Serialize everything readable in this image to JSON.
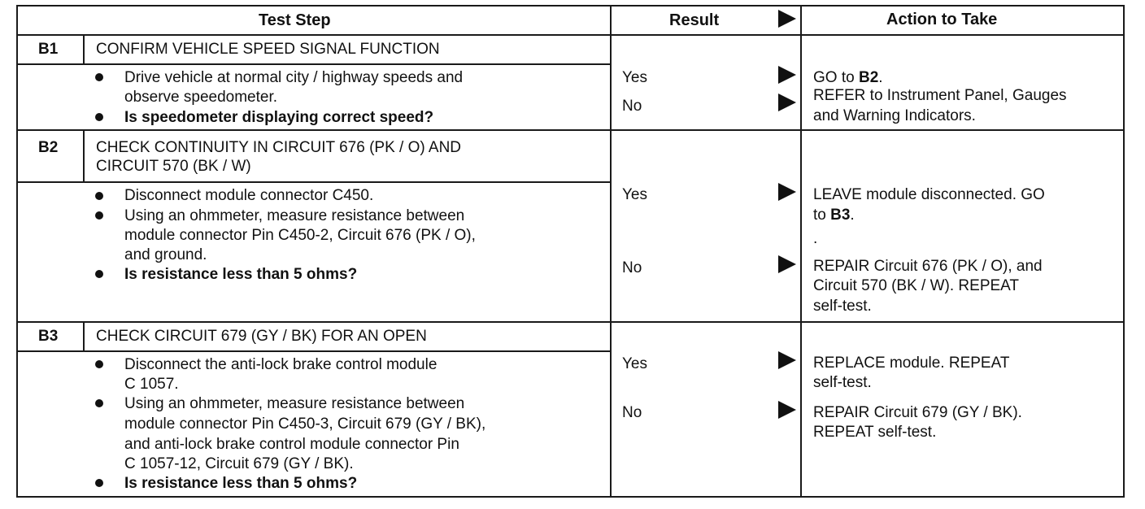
{
  "header": {
    "test_step": "Test Step",
    "result": "Result",
    "action": "Action to Take"
  },
  "steps": [
    {
      "id": "B1",
      "title": [
        "CONFIRM VEHICLE SPEED SIGNAL FUNCTION"
      ],
      "bullets": [
        {
          "lines": [
            "Drive vehicle at normal city / highway speeds and",
            "observe speedometer."
          ],
          "bold": false
        },
        {
          "lines": [
            "Is speedometer displaying correct speed?"
          ],
          "bold": true
        }
      ],
      "results": [
        {
          "label": "Yes",
          "action": {
            "pre": "GO to ",
            "bold": "B2",
            "post": "."
          }
        },
        {
          "label": "No",
          "action_lines": [
            "REFER to Instrument Panel, Gauges",
            "and Warning Indicators."
          ]
        }
      ]
    },
    {
      "id": "B2",
      "title": [
        "CHECK CONTINUITY IN CIRCUIT 676 (PK / O) AND",
        "CIRCUIT 570 (BK / W)"
      ],
      "bullets": [
        {
          "lines": [
            "Disconnect module connector C450."
          ],
          "bold": false
        },
        {
          "lines": [
            "Using an ohmmeter, measure resistance between",
            "module connector Pin C450-2, Circuit 676 (PK / O),",
            "and ground."
          ],
          "bold": false
        },
        {
          "lines": [
            "Is resistance less than 5 ohms?"
          ],
          "bold": true
        }
      ],
      "results": [
        {
          "label": "Yes",
          "action_lines": [
            "LEAVE module disconnected. GO"
          ],
          "action2": {
            "pre": "to ",
            "bold": "B3",
            "post": "."
          },
          "extra": "."
        },
        {
          "label": "No",
          "action_lines": [
            "REPAIR Circuit 676 (PK / O), and",
            "Circuit 570 (BK / W). REPEAT",
            "self-test."
          ]
        }
      ]
    },
    {
      "id": "B3",
      "title": [
        "CHECK CIRCUIT 679 (GY / BK) FOR AN OPEN"
      ],
      "bullets": [
        {
          "lines": [
            "Disconnect the anti-lock brake control module",
            "C 1057."
          ],
          "bold": false
        },
        {
          "lines": [
            "Using an ohmmeter, measure resistance between",
            "module connector Pin C450-3, Circuit 679 (GY / BK),",
            "and anti-lock brake control module connector Pin",
            "C 1057-12, Circuit 679 (GY / BK)."
          ],
          "bold": false
        },
        {
          "lines": [
            "Is resistance less than 5 ohms?"
          ],
          "bold": true
        }
      ],
      "results": [
        {
          "label": "Yes",
          "action_lines": [
            "REPLACE module. REPEAT",
            "self-test."
          ]
        },
        {
          "label": "No",
          "action_lines": [
            "REPAIR Circuit 679 (GY / BK).",
            "REPEAT self-test."
          ]
        }
      ]
    }
  ]
}
